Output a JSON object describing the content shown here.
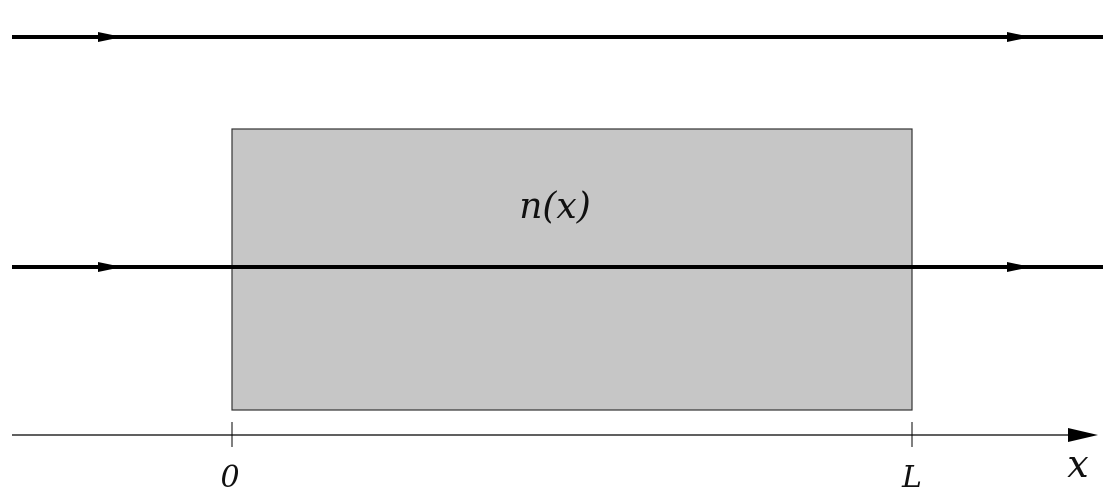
{
  "medium": {
    "label": "n(x)",
    "fill_color": "#c6c6c6",
    "edge_color": "#333333"
  },
  "axis": {
    "label": "x",
    "ticks": [
      {
        "label": "0"
      },
      {
        "label": "L"
      }
    ],
    "color": "#000000"
  },
  "rays": {
    "color": "#000000",
    "count": 2
  }
}
